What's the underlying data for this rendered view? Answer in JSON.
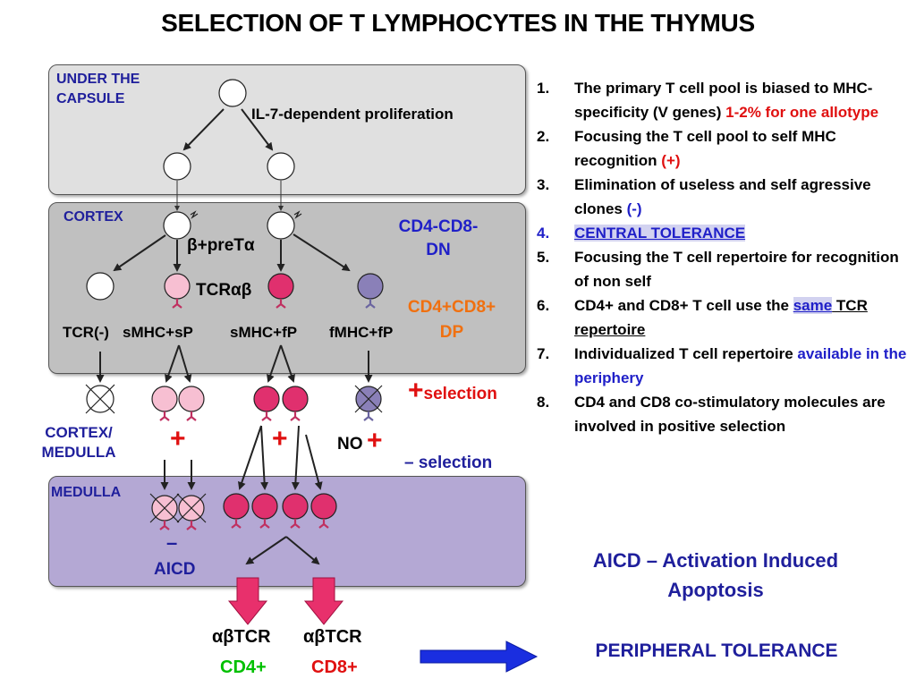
{
  "title": "SELECTION OF T LYMPHOCYTES IN THE THYMUS",
  "zones": {
    "capsule": "UNDER THE CAPSULE",
    "capsule_l1": "UNDER THE",
    "capsule_l2": "CAPSULE",
    "cortex": "CORTEX",
    "cortex_medulla_l1": "CORTEX/",
    "cortex_medulla_l2": "MEDULLA",
    "medulla": "MEDULLA"
  },
  "labels": {
    "il7": "IL-7-dependent proliferation",
    "beta_pretalpha": "β+preTα",
    "tcrab": "TCRαβ",
    "dn_l1": "CD4-CD8-",
    "dn_l2": "DN",
    "dp_l1": "CD4+CD8+",
    "dp_l2": "DP",
    "tcr_neg": "TCR(-)",
    "smhc_sp": "sMHC+sP",
    "smhc_fp": "sMHC+fP",
    "fmhc_fp": "fMHC+fP",
    "pos_selection_sign": "+",
    "pos_selection_word": "selection",
    "plus": "+",
    "no": "NO",
    "neg_selection": "– selection",
    "minus": "–",
    "aicd": "AICD",
    "abtcr_left": "αβTCR",
    "abtcr_right": "αβTCR",
    "cd4": "CD4+",
    "cd8": "CD8+"
  },
  "notes": [
    {
      "num": "1.",
      "text": "The primary T cell pool is biased to MHC-specificity (V genes) ",
      "accent": "1-2% for one allotype",
      "accent_style": "red"
    },
    {
      "num": "2.",
      "text": "Focusing the T cell pool to self MHC recognition ",
      "accent": "(+)",
      "accent_style": "red"
    },
    {
      "num": "3.",
      "text": "Elimination of useless and self agressive clones ",
      "accent": "(-)",
      "accent_style": "blue"
    },
    {
      "num": "4.",
      "text": "",
      "accent": "CENTRAL TOLERANCE",
      "accent_style": "blue-hi"
    },
    {
      "num": "5.",
      "text": "Focusing the T cell repertoire for recognition of non self",
      "accent": "",
      "accent_style": ""
    },
    {
      "num": "6.",
      "text": "CD4+ and CD8+ T cell use the ",
      "accent": "same",
      "accent_style": "blue-hi",
      "tail": " TCR repertoire"
    },
    {
      "num": "7.",
      "text": "Individualized T cell repertoire ",
      "accent": "available in the periphery",
      "accent_style": "blue"
    },
    {
      "num": "8.",
      "text": "CD4 and CD8 co-stimulatory molecules are involved in positive selection",
      "accent": "",
      "accent_style": ""
    }
  ],
  "aicd_definition": "AICD – Activation Induced Apoptosis",
  "aicd_def_l1": "AICD – Activation Induced",
  "aicd_def_l2": "Apoptosis",
  "peripheral_tolerance": "PERIPHERAL TOLERANCE",
  "colors": {
    "capsule_bg": "#e0e0e0",
    "cortex_bg": "#c0c0c0",
    "medulla_bg": "#b4a8d4",
    "pink_light": "#f7bfd2",
    "pink_strong": "#e0306e",
    "purple": "#8a80b8",
    "arrow_pink": "#e8306c",
    "arrow_blue": "#1a2ee0",
    "zone_label": "#1f1f9c",
    "red": "#e01010",
    "orange": "#f07010",
    "green": "#00c000"
  }
}
